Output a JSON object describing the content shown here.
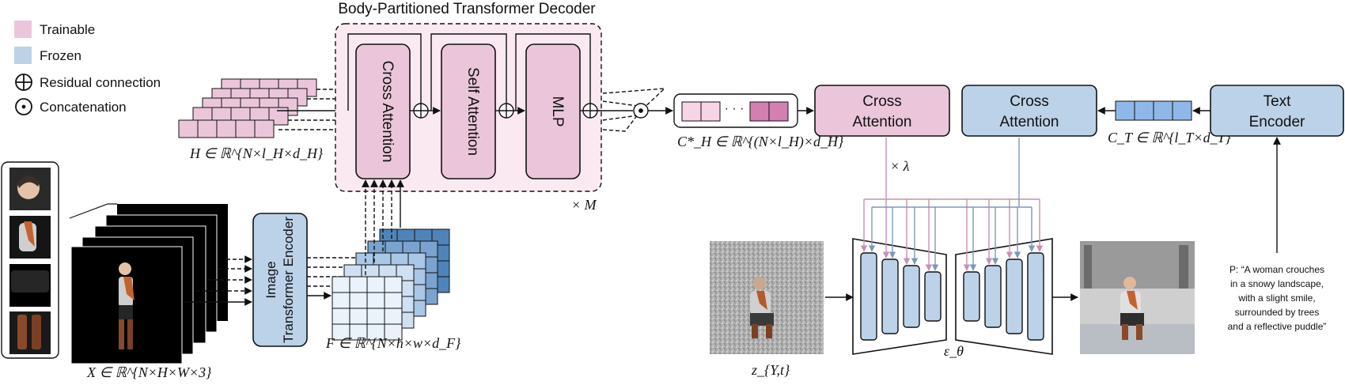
{
  "legend": {
    "trainable": "Trainable",
    "frozen": "Frozen",
    "residual": "Residual connection",
    "concat": "Concatenation"
  },
  "decoder": {
    "title": "Body-Partitioned Transformer Decoder",
    "cross_attention": "Cross Attention",
    "self_attention": "Self Attention",
    "mlp": "MLP",
    "repeat": "× M"
  },
  "symbols": {
    "H": "H ∈ ℝ^{N×l_H×d_H}",
    "X": "X ∈ ℝ^{N×H×W×3}",
    "F": "F ∈ ℝ^{N×h×w×d_F}",
    "CH": "C*_H ∈ ℝ^{(N×l_H)×d_H}",
    "CT": "C_T ∈ ℝ^{l_T×d_T}",
    "lambda": "× λ",
    "eps": "ε_θ",
    "z": "z_{Y,t}",
    "dots": "· · ·"
  },
  "image_encoder": "Image Transformer Encoder",
  "cross_attention_trainable": "Cross Attention",
  "cross_attention_frozen": "Cross Attention",
  "text_encoder": "Text Encoder",
  "prompt": {
    "line1": "P:  “A woman crouches",
    "line2": "in a snowy landscape,",
    "line3": "with a slight smile,",
    "line4": "surrounded by trees",
    "line5": "and a reflective puddle”"
  },
  "colors": {
    "trainable": "#ebc6da",
    "frozen": "#bcd2e8",
    "token_pink": "#eab7d4",
    "token_blue": "#8fb8e8",
    "feature_dark": "#4f84b8"
  }
}
